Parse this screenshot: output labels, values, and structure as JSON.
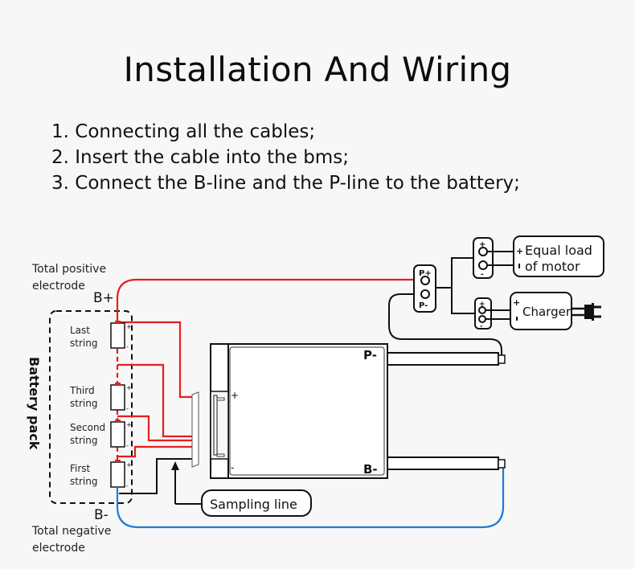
{
  "title": "Installation And Wiring",
  "steps": [
    "1. Connecting all the cables;",
    "2. Insert the cable into the bms;",
    "3. Connect the B-line and the P-line to the battery;"
  ],
  "diagram": {
    "battery_pack_label": "Battery pack",
    "total_positive_line1": "Total positive",
    "total_positive_line2": "electrode",
    "b_plus": "B+",
    "b_minus": "B-",
    "total_negative_line1": "Total negative",
    "total_negative_line2": "electrode",
    "strings": [
      {
        "line1": "Last",
        "line2": "string"
      },
      {
        "line1": "Third",
        "line2": "string"
      },
      {
        "line1": "Second",
        "line2": "string"
      },
      {
        "line1": "First",
        "line2": "string"
      }
    ],
    "cell_plus": "+",
    "cell_minus": "-",
    "bms_plus": "+",
    "bms_minus": "-",
    "bms_p_minus": "P-",
    "bms_b_minus": "B-",
    "p_connector_plus": "P+",
    "p_connector_minus": "P-",
    "load_label_line1": "Equal load",
    "load_label_line2": "of motor",
    "charger_label": "Charger",
    "sampling_line_label": "Sampling line",
    "terminal_plus": "+",
    "terminal_minus": "-"
  },
  "colors": {
    "positive_wire": "#e41f1f",
    "negative_wire": "#1f7bd8",
    "black_wire": "#111111"
  }
}
